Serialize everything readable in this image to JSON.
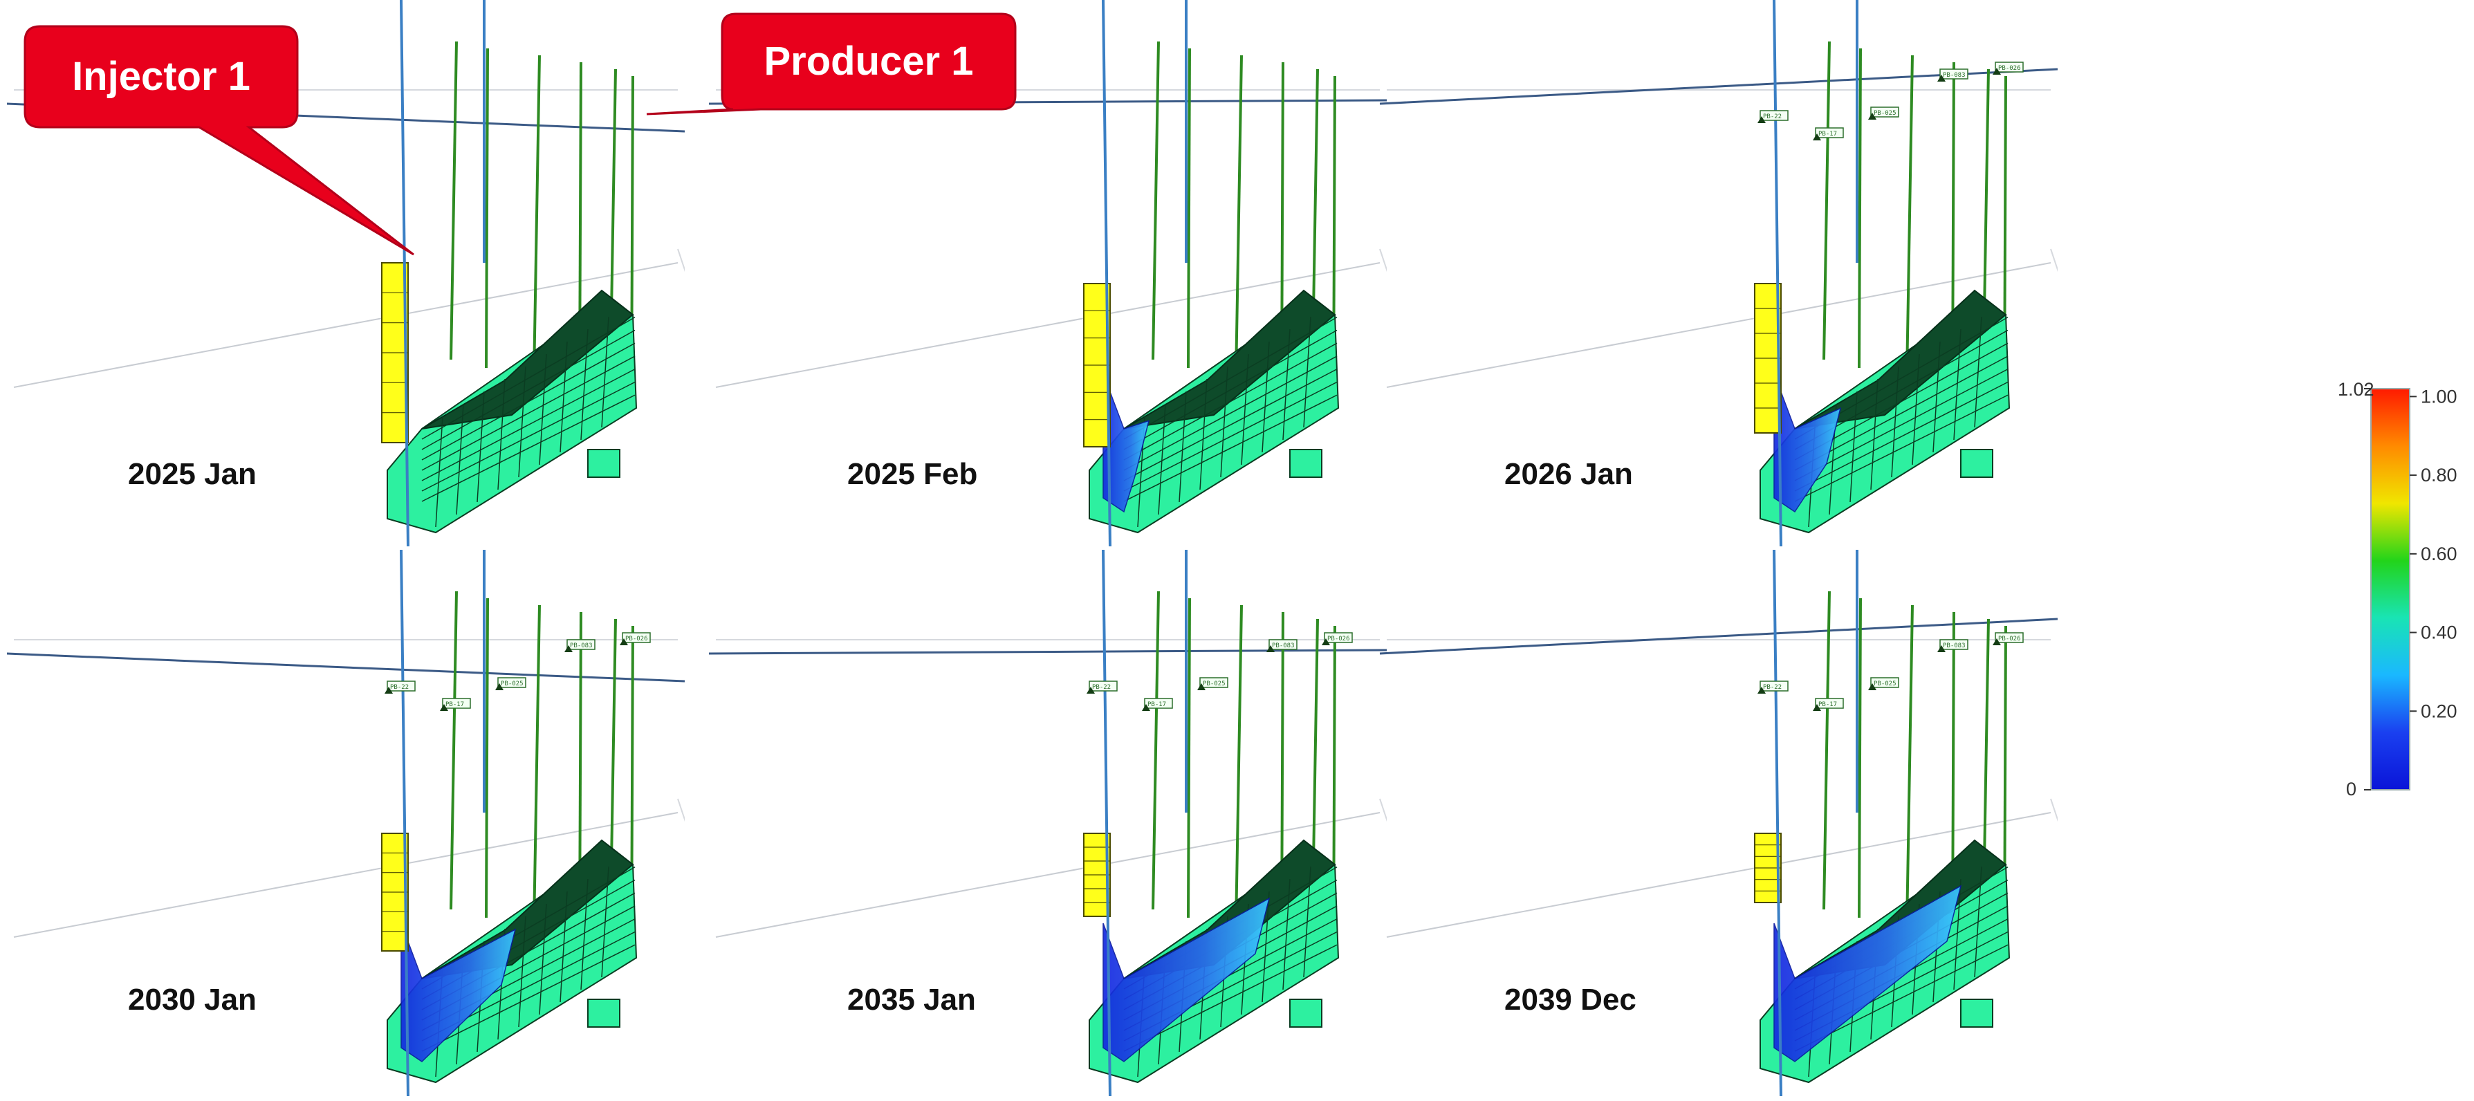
{
  "callouts": {
    "injector": "Injector 1",
    "producer": "Producer 1"
  },
  "panels": [
    {
      "label": "2025 Jan",
      "front": 0.0,
      "tags": false
    },
    {
      "label": "2025 Feb",
      "front": 0.12,
      "tags": false
    },
    {
      "label": "2026 Jan",
      "front": 0.22,
      "tags": true
    },
    {
      "label": "2030 Jan",
      "front": 0.45,
      "tags": true
    },
    {
      "label": "2035 Jan",
      "front": 0.7,
      "tags": true
    },
    {
      "label": "2039 Dec",
      "front": 0.8,
      "tags": true
    }
  ],
  "well_tags": [
    "PB-22",
    "PB-17",
    "PB-025",
    "PB-083",
    "PB-026"
  ],
  "colorbar": {
    "min_label": "0",
    "max_label": "1.02",
    "ticks": [
      "1.00",
      "0.80",
      "0.60",
      "0.40",
      "0.20"
    ],
    "stops": [
      "#ff1a00",
      "#ff8a00",
      "#f0e600",
      "#22d41a",
      "#19e4b4",
      "#1ab8ff",
      "#1a40f0",
      "#0a14d8"
    ]
  },
  "colors": {
    "callout": "#e8001c",
    "injector_well": "#3a7fc4",
    "producer_well": "#2e8b22",
    "cell_green": "#2df0a0",
    "cell_dark": "#0e4b2a",
    "cell_yellow": "#ffff1a",
    "water": "#1e3dd8",
    "water_light": "#3ab4ff",
    "horizon": "#3b5a86"
  }
}
